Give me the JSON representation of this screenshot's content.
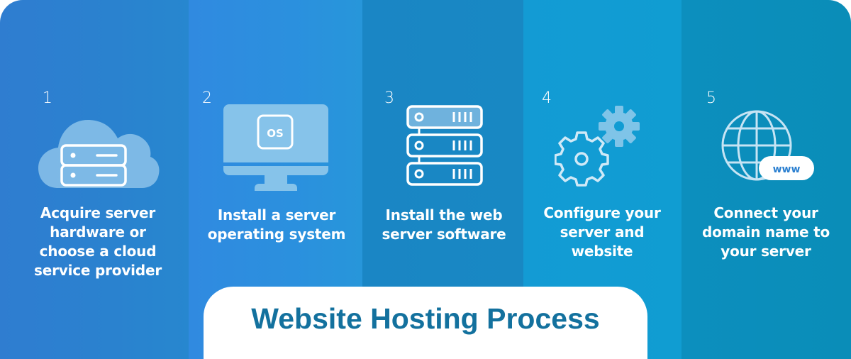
{
  "title": "Website Hosting Process",
  "colors": {
    "step1": "#2b82cf",
    "step2": "#2c8fdf",
    "step3": "#1987c4",
    "step4": "#119cd3",
    "step5": "#0b8ebb",
    "title_text": "#13719e",
    "icon_fill": "#86c3ea"
  },
  "steps": [
    {
      "number": "1",
      "icon": "cloud-server-icon",
      "label": "Acquire server hardware or choose a cloud service provider",
      "lines": [
        "Acquire server",
        "hardware or",
        "choose a cloud",
        "service provider"
      ]
    },
    {
      "number": "2",
      "icon": "monitor-os-icon",
      "icon_text": "OS",
      "label": "Install a server operating system",
      "lines": [
        "Install a server",
        "operating system"
      ]
    },
    {
      "number": "3",
      "icon": "server-rack-icon",
      "label": "Install the web server software",
      "lines": [
        "Install the web",
        "server software"
      ]
    },
    {
      "number": "4",
      "icon": "gears-icon",
      "label": "Configure your server and website",
      "lines": [
        "Configure your",
        "server and",
        "website"
      ]
    },
    {
      "number": "5",
      "icon": "globe-www-icon",
      "icon_text": "www",
      "label": "Connect your domain name to your server",
      "lines": [
        "Connect your",
        "domain name to",
        "your server"
      ]
    }
  ]
}
